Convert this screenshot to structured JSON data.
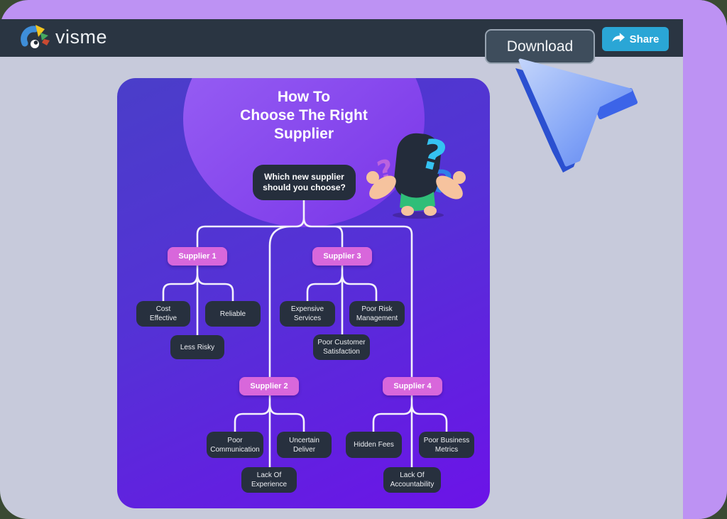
{
  "window": {
    "frame_color": "#bd92f3",
    "content_bg": "#c7cadb",
    "navbar_bg": "#2a3542"
  },
  "navbar": {
    "logo_text": "visme",
    "download_label": "Download",
    "share_label": "Share",
    "share_color": "#2aa6d6"
  },
  "cursor": {
    "style": "3d-blue-arrow",
    "pointing_at": "Download"
  },
  "infographic": {
    "title": "How To\nChoose The Right\nSupplier",
    "question": "Which new supplier\nshould you choose?",
    "colors": {
      "card_top": "#4a3ec9",
      "card_bottom": "#6c13e8",
      "title_circle": "#8d55f0",
      "supplier_pink": "#d867db",
      "node_dark": "#27303e",
      "connector": "#f3f1fb"
    },
    "suppliers": [
      {
        "label": "Supplier 1",
        "children": [
          "Cost\nEffective",
          "Reliable"
        ],
        "extra": "Less Risky"
      },
      {
        "label": "Supplier 2",
        "children": [
          "Poor\nCommunication",
          "Uncertain\nDeliver"
        ],
        "extra": "Lack Of\nExperience"
      },
      {
        "label": "Supplier 3",
        "children": [
          "Expensive\nServices",
          "Poor Risk\nManagement"
        ],
        "extra": "Poor Customer\nSatisfaction"
      },
      {
        "label": "Supplier 4",
        "children": [
          "Hidden Fees",
          "Poor Business\nMetrics"
        ],
        "extra": "Lack Of\nAccountability"
      }
    ]
  }
}
